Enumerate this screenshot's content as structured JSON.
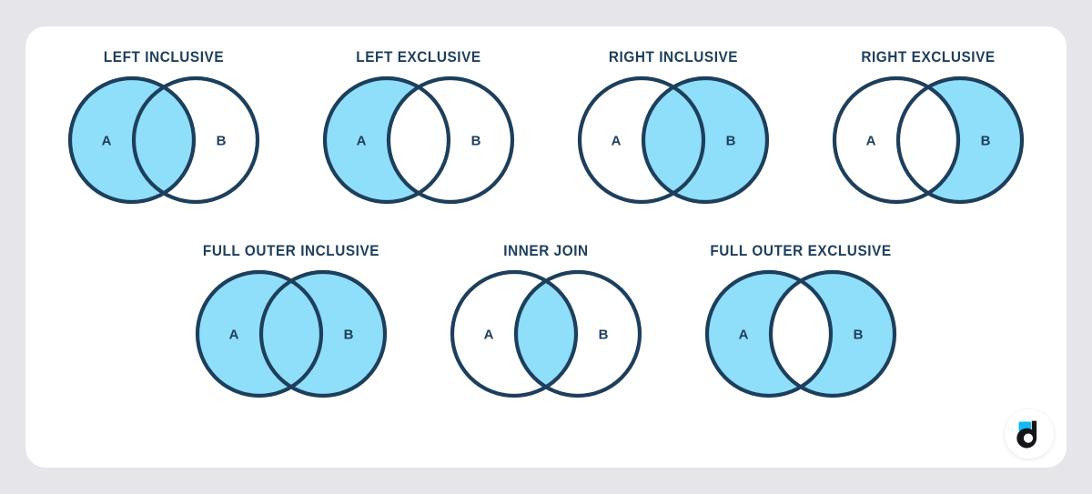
{
  "theme": {
    "page_background": "#e5e5ea",
    "card_background": "#ffffff",
    "stroke_color": "#1d3f5c",
    "fill_color": "#8fdefa",
    "title_color": "#1d3f5c",
    "logo_accent": "#11b9f5",
    "logo_dark": "#16161a"
  },
  "diagram": {
    "type": "venn",
    "set_labels": {
      "left": "A",
      "right": "B"
    },
    "rows": [
      {
        "panels": [
          {
            "title": "LEFT INCLUSIVE",
            "fill_left": true,
            "fill_right": false,
            "fill_overlap": true
          },
          {
            "title": "LEFT EXCLUSIVE",
            "fill_left": true,
            "fill_right": false,
            "fill_overlap": false
          },
          {
            "title": "RIGHT INCLUSIVE",
            "fill_left": false,
            "fill_right": true,
            "fill_overlap": true
          },
          {
            "title": "RIGHT EXCLUSIVE",
            "fill_left": false,
            "fill_right": true,
            "fill_overlap": false
          }
        ]
      },
      {
        "panels": [
          {
            "title": "FULL OUTER INCLUSIVE",
            "fill_left": true,
            "fill_right": true,
            "fill_overlap": true
          },
          {
            "title": "INNER JOIN",
            "fill_left": false,
            "fill_right": false,
            "fill_overlap": true
          },
          {
            "title": "FULL OUTER EXCLUSIVE",
            "fill_left": true,
            "fill_right": true,
            "fill_overlap": false
          }
        ]
      }
    ]
  },
  "logo": {
    "name": "datameer-d-logo",
    "letter": "d"
  }
}
